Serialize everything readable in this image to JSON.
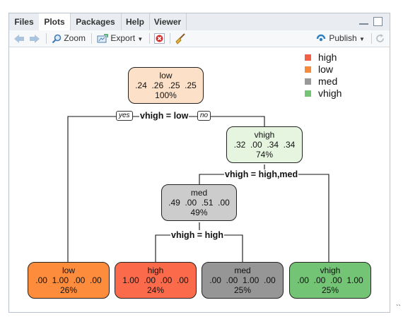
{
  "tabs": [
    "Files",
    "Plots",
    "Packages",
    "Help",
    "Viewer"
  ],
  "toolbar": {
    "zoom": "Zoom",
    "export": "Export",
    "publish": "Publish"
  },
  "legend": [
    {
      "label": "high",
      "color": "#f26046"
    },
    {
      "label": "low",
      "color": "#f58b3a"
    },
    {
      "label": "med",
      "color": "#999999"
    },
    {
      "label": "vhigh",
      "color": "#74c476"
    }
  ],
  "tree": {
    "nodes": [
      {
        "class": "low",
        "probs": ".24  .26  .25  .25",
        "pct": "100%",
        "fill": "#fde0c8"
      },
      {
        "class": "vhigh",
        "probs": ".32  .00  .34  .34",
        "pct": "74%",
        "fill": "#e5f5e0"
      },
      {
        "class": "med",
        "probs": ".49  .00  .51  .00",
        "pct": "49%",
        "fill": "#cccccc"
      },
      {
        "class": "low",
        "probs": ".00  1.00  .00  .00",
        "pct": "26%",
        "fill": "#fd8d3c"
      },
      {
        "class": "high",
        "probs": "1.00  .00  .00  .00",
        "pct": "24%",
        "fill": "#fb6a4a"
      },
      {
        "class": "med",
        "probs": ".00  .00  1.00  .00",
        "pct": "25%",
        "fill": "#969696"
      },
      {
        "class": "vhigh",
        "probs": ".00  .00  .00  1.00",
        "pct": "25%",
        "fill": "#74c476"
      }
    ],
    "splits": [
      "vhigh = low",
      "vhigh = high,med",
      "vhigh = high"
    ],
    "yes": "yes",
    "no": "no"
  },
  "stray_mark": "``"
}
